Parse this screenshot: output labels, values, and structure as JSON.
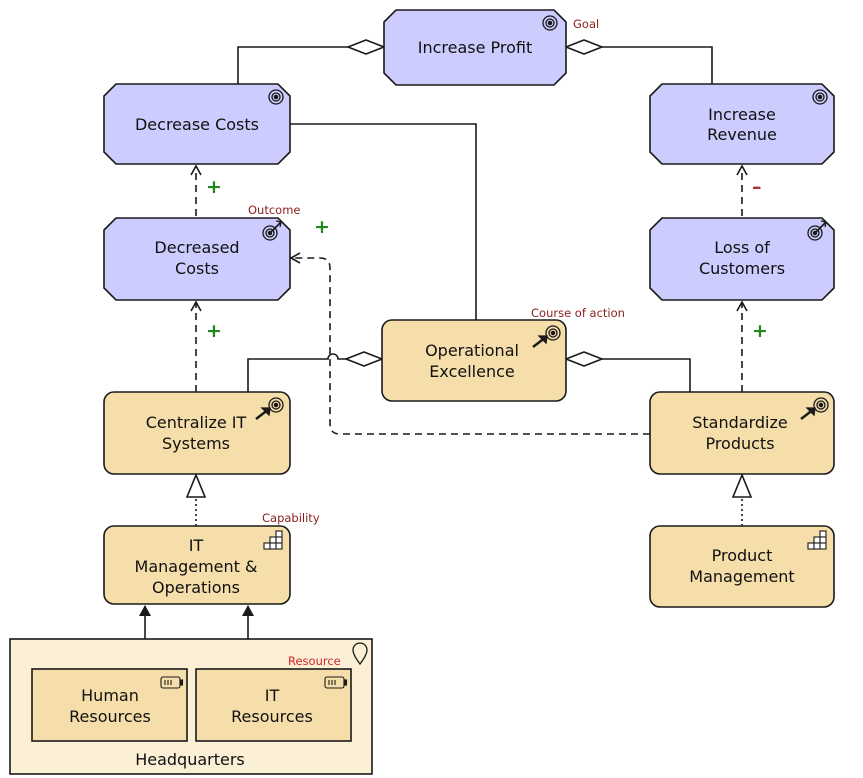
{
  "colors": {
    "motivation_fill": "#ccccff",
    "strategy_fill": "#f5deaa",
    "location_fill": "#fbefd5",
    "stroke": "#1a1a1a",
    "annotation": "#8b1e1e",
    "resource_annotation": "#d2262a",
    "positive": "#1e8a1e",
    "negative": "#b03030"
  },
  "tags": {
    "goal": "Goal",
    "outcome": "Outcome",
    "course_of_action": "Course of action",
    "capability": "Capability",
    "resource": "Resource"
  },
  "nodes": {
    "increase_profit": {
      "line1": "Increase Profit",
      "icon": "goal-icon"
    },
    "decrease_costs": {
      "line1": "Decrease Costs",
      "icon": "goal-icon"
    },
    "increase_revenue": {
      "line1": "Increase",
      "line2": "Revenue",
      "icon": "goal-icon"
    },
    "decreased_costs": {
      "line1": "Decreased",
      "line2": "Costs",
      "icon": "outcome-icon"
    },
    "loss_of_customers": {
      "line1": "Loss of",
      "line2": "Customers",
      "icon": "outcome-icon"
    },
    "operational_excellence": {
      "line1": "Operational",
      "line2": "Excellence",
      "icon": "course-of-action-icon"
    },
    "centralize_it": {
      "line1": "Centralize IT",
      "line2": "Systems",
      "icon": "course-of-action-icon"
    },
    "standardize_products": {
      "line1": "Standardize",
      "line2": "Products",
      "icon": "course-of-action-icon"
    },
    "it_management": {
      "line1": "IT",
      "line2": "Management &",
      "line3": "Operations",
      "icon": "capability-icon"
    },
    "product_management": {
      "line1": "Product",
      "line2": "Management",
      "icon": "capability-icon"
    },
    "human_resources": {
      "line1": "Human",
      "line2": "Resources",
      "icon": "resource-icon"
    },
    "it_resources": {
      "line1": "IT",
      "line2": "Resources",
      "icon": "resource-icon"
    },
    "headquarters": {
      "label": "Headquarters",
      "icon": "location-icon"
    }
  },
  "influences": {
    "decreased_to_decrease": "+",
    "centralize_to_decreased": "+",
    "standardize_to_decreased": "+",
    "loss_to_revenue": "–",
    "standardize_to_loss": "+"
  }
}
